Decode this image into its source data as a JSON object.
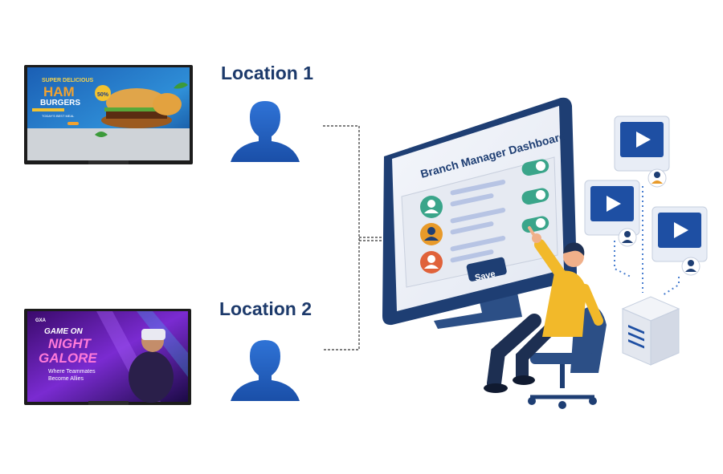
{
  "locations": [
    {
      "label": "Location 1",
      "screen": {
        "headline_1": "SUPER DELICIOUS",
        "headline_2": "HAM",
        "headline_3": "BURGERS",
        "badge": "50%",
        "tagline": "TODAY'S BEST MEAL"
      }
    },
    {
      "label": "Location 2",
      "screen": {
        "brand": "GXA",
        "headline_1": "GAME ON",
        "headline_2": "NIGHT",
        "headline_3": "GALORE",
        "tagline_1": "Where Teammates",
        "tagline_2": "Become Allies"
      }
    }
  ],
  "dashboard": {
    "title": "Branch Manager Dashboard",
    "save_label": "Save",
    "rows": [
      {
        "avatar": "user-avatar-teal",
        "toggle_on": true
      },
      {
        "avatar": "user-avatar-orange",
        "toggle_on": true
      },
      {
        "avatar": "user-avatar-red",
        "toggle_on": true
      }
    ]
  },
  "icons": {
    "person": "user-silhouette-icon",
    "video": "video-play-icon",
    "server": "server-icon"
  },
  "colors": {
    "label_navy": "#1d3a6b",
    "person_blue": "#1f5fbf",
    "toggle_green": "#3aa58a",
    "video_blue": "#1e4fa3"
  }
}
